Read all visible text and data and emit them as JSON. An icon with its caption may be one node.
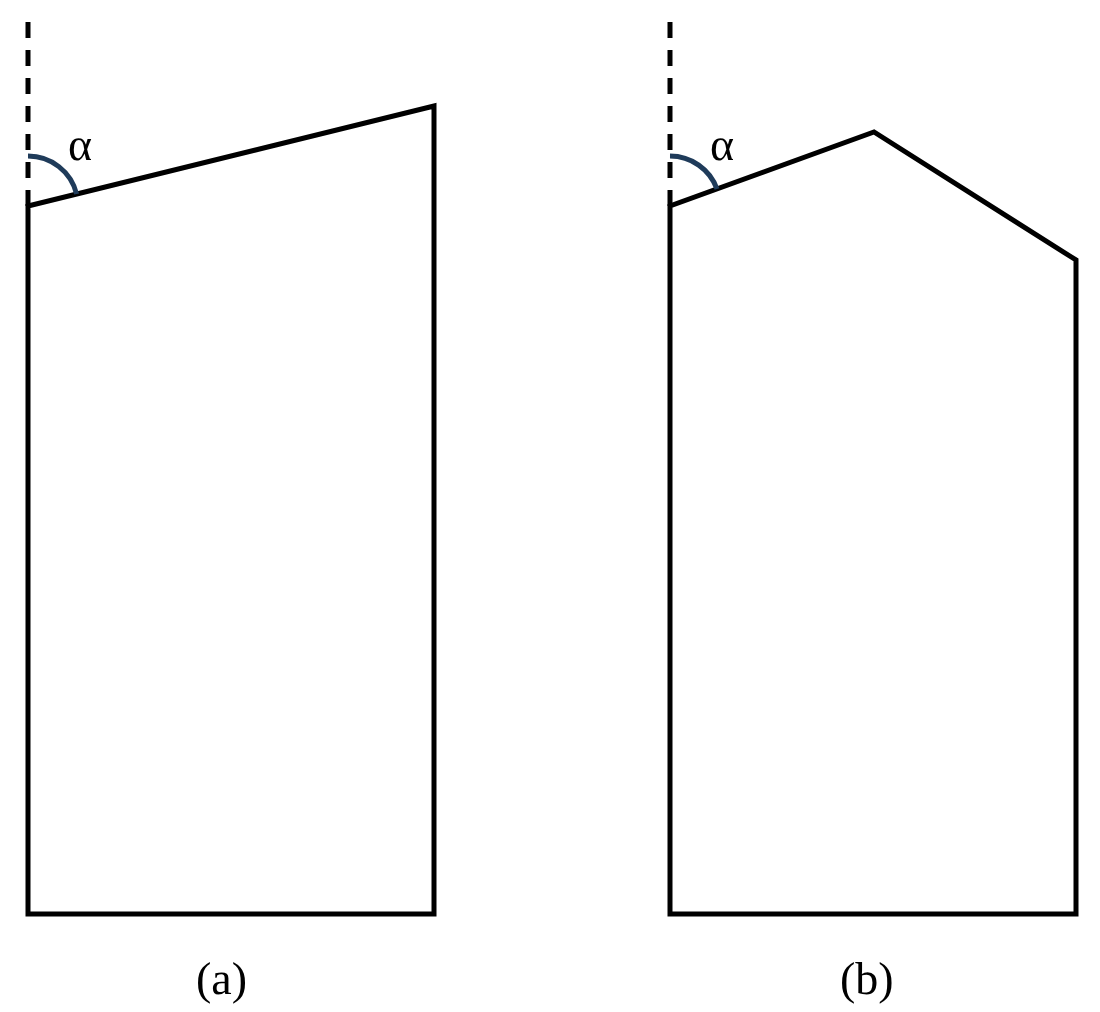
{
  "diagram": {
    "labels": [
      "α",
      "α",
      "(a)",
      "(b)"
    ]
  }
}
